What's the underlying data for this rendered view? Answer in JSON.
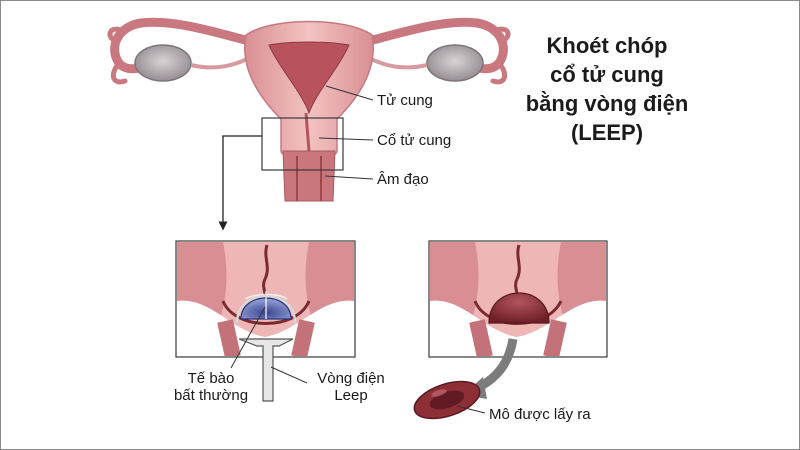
{
  "title": {
    "lines": [
      "Khoét chóp",
      "cổ tử cung",
      "bằng vòng điện",
      "(LEEP)"
    ]
  },
  "labels": {
    "uterus": "Tử cung",
    "cervix": "Cổ tử cung",
    "vagina": "Âm đạo",
    "abnormal_cells": [
      "Tế bào",
      "bất thường"
    ],
    "leep_loop": [
      "Vòng điện",
      "Leep"
    ],
    "tissue_removed": "Mô được lấy ra"
  },
  "colors": {
    "tissue_pink": "#e9a9aa",
    "tissue_dark": "#b05a63",
    "abnormal_blue": "#4b5a9e",
    "removed_tissue": "#8e2e36"
  }
}
